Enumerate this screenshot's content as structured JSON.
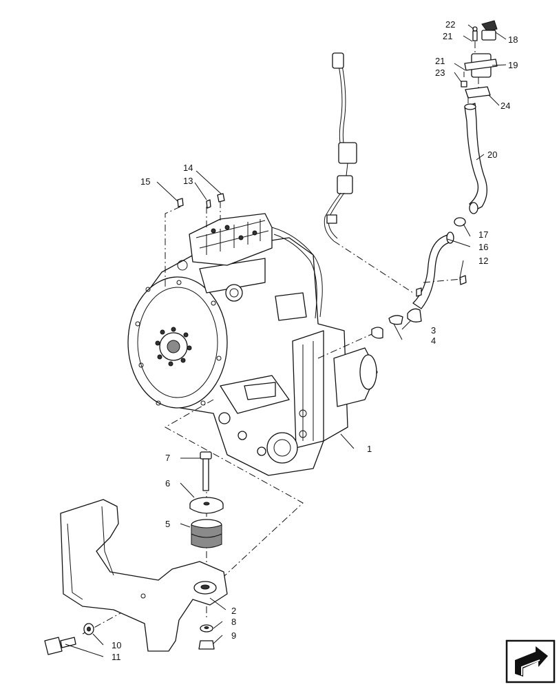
{
  "callouts": [
    "1",
    "2",
    "3",
    "4",
    "5",
    "6",
    "7",
    "8",
    "9",
    "10",
    "11",
    "12",
    "13",
    "14",
    "15",
    "16",
    "17",
    "18",
    "19",
    "20",
    "21",
    "21",
    "22",
    "23",
    "24"
  ],
  "icons": {
    "corner_nav": "next-page-arrow-icon"
  }
}
